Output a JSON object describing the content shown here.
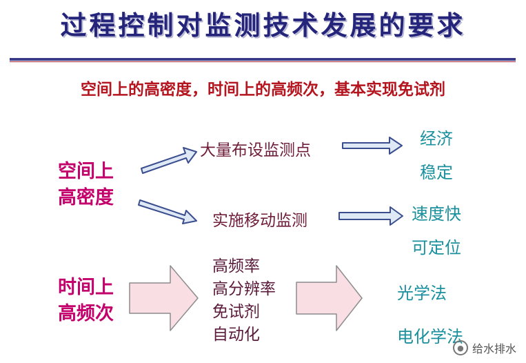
{
  "title": "过程控制对监测技术发展的要求",
  "subtitle": "空间上的高密度，时间上的高频次，基本实现免试剂",
  "space": {
    "line1": "空间上",
    "line2": "高密度",
    "branch_top": "大量布设监测点",
    "branch_bottom": "实施移动监测",
    "result_top": [
      "经济",
      "稳定"
    ],
    "result_bottom": [
      "速度快",
      "可定位"
    ]
  },
  "time": {
    "line1": "时间上",
    "line2": "高频次",
    "items": [
      "高频率",
      "高分辨率",
      "免试剂",
      "自动化"
    ],
    "methods": [
      "光学法",
      "电化学法"
    ]
  },
  "watermark": "给水排水",
  "colors": {
    "title": "#24247a",
    "subtitle": "#b4141e",
    "magenta": "#c3006b",
    "teal": "#1a8f9d",
    "arrow_fill": "#dfe8f5",
    "arrow_stroke": "#3a4d8f",
    "block_arrow_fill": "#f9dfe4",
    "block_arrow_stroke": "#8c8c8c"
  }
}
